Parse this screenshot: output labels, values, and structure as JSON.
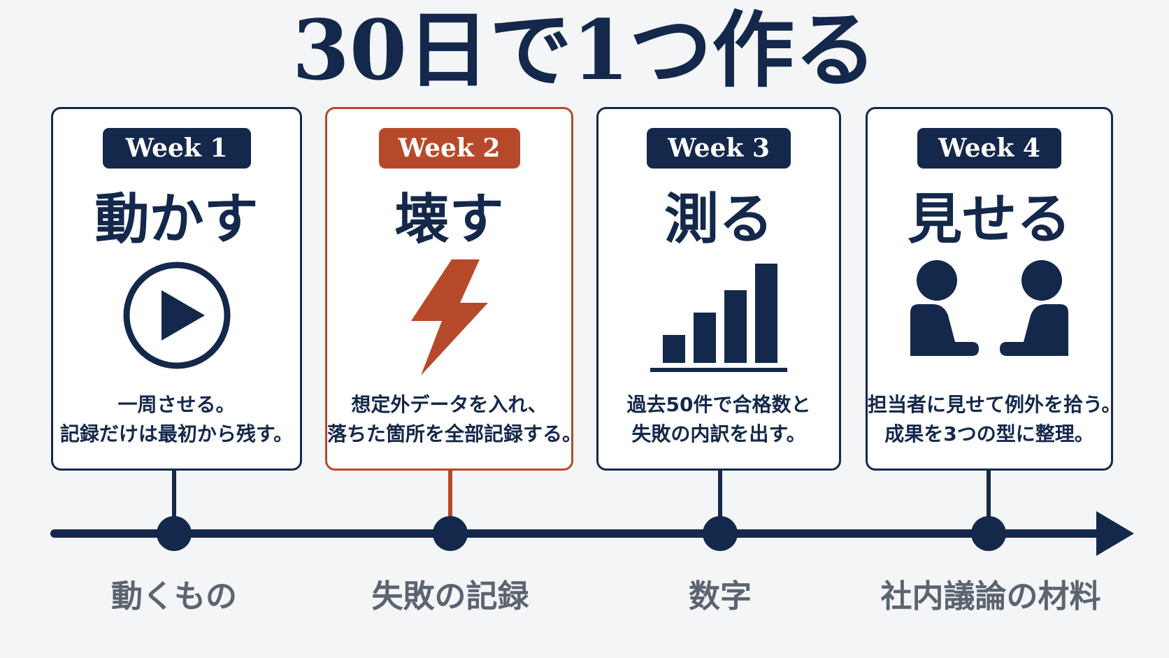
{
  "title": "30日で1つ作る",
  "colors": {
    "navy": "#14284b",
    "accent": "#b7492b",
    "output_text": "#5b6470",
    "background": "#f4f5f7"
  },
  "weeks": [
    {
      "badge": "Week 1",
      "verb": "動かす",
      "icon": "play-circle-icon",
      "desc_line1": "一周させる。",
      "desc_line2": "記録だけは最初から残す。",
      "output": "動くもの",
      "highlighted": false
    },
    {
      "badge": "Week 2",
      "verb": "壊す",
      "icon": "lightning-bolt-icon",
      "desc_line1": "想定外データを入れ、",
      "desc_line2": "落ちた箇所を全部記録する。",
      "output": "失敗の記録",
      "highlighted": true
    },
    {
      "badge": "Week 3",
      "verb": "測る",
      "icon": "bar-chart-icon",
      "desc_line1": "過去50件で合格数と",
      "desc_line2": "失敗の内訳を出す。",
      "output": "数字",
      "highlighted": false
    },
    {
      "badge": "Week 4",
      "verb": "見せる",
      "icon": "two-people-icon",
      "desc_line1": "担当者に見せて例外を拾う。",
      "desc_line2": "成果を3つの型に整理。",
      "output": "社内議論の材料",
      "highlighted": false
    }
  ]
}
